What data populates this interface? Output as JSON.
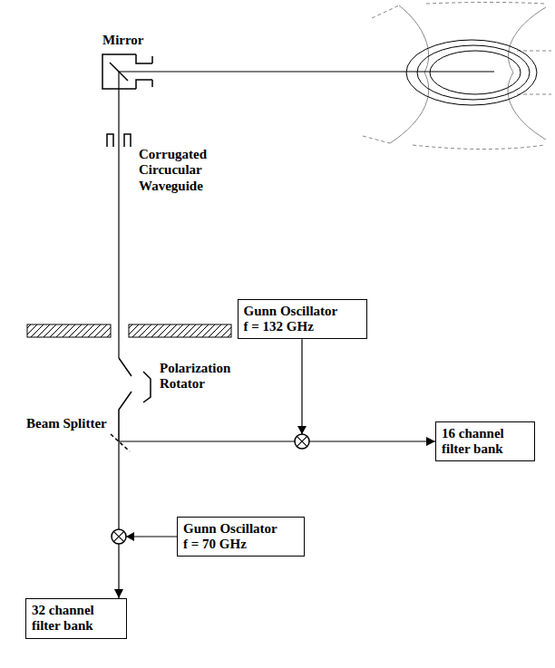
{
  "diagram": {
    "nodes": [
      {
        "text": [
          "Gunn Oscillator",
          "f = 132 GHz"
        ]
      },
      {
        "text": [
          "16 channel filter bank"
        ]
      },
      {
        "text": [
          "Gunn Oscillator",
          "f = 70 GHz"
        ]
      },
      {
        "text": [
          "32 channel filter bank"
        ]
      }
    ],
    "edges": [
      {
        "from": 0,
        "to": 1,
        "arrow": "to"
      },
      {
        "from": 2,
        "to": 3,
        "arrow": "to"
      }
    ],
    "labels": [
      "Mirror",
      "Corrugated Circucular Waveguide",
      "Polarization Rotator",
      "Beam Splitter"
    ]
  }
}
